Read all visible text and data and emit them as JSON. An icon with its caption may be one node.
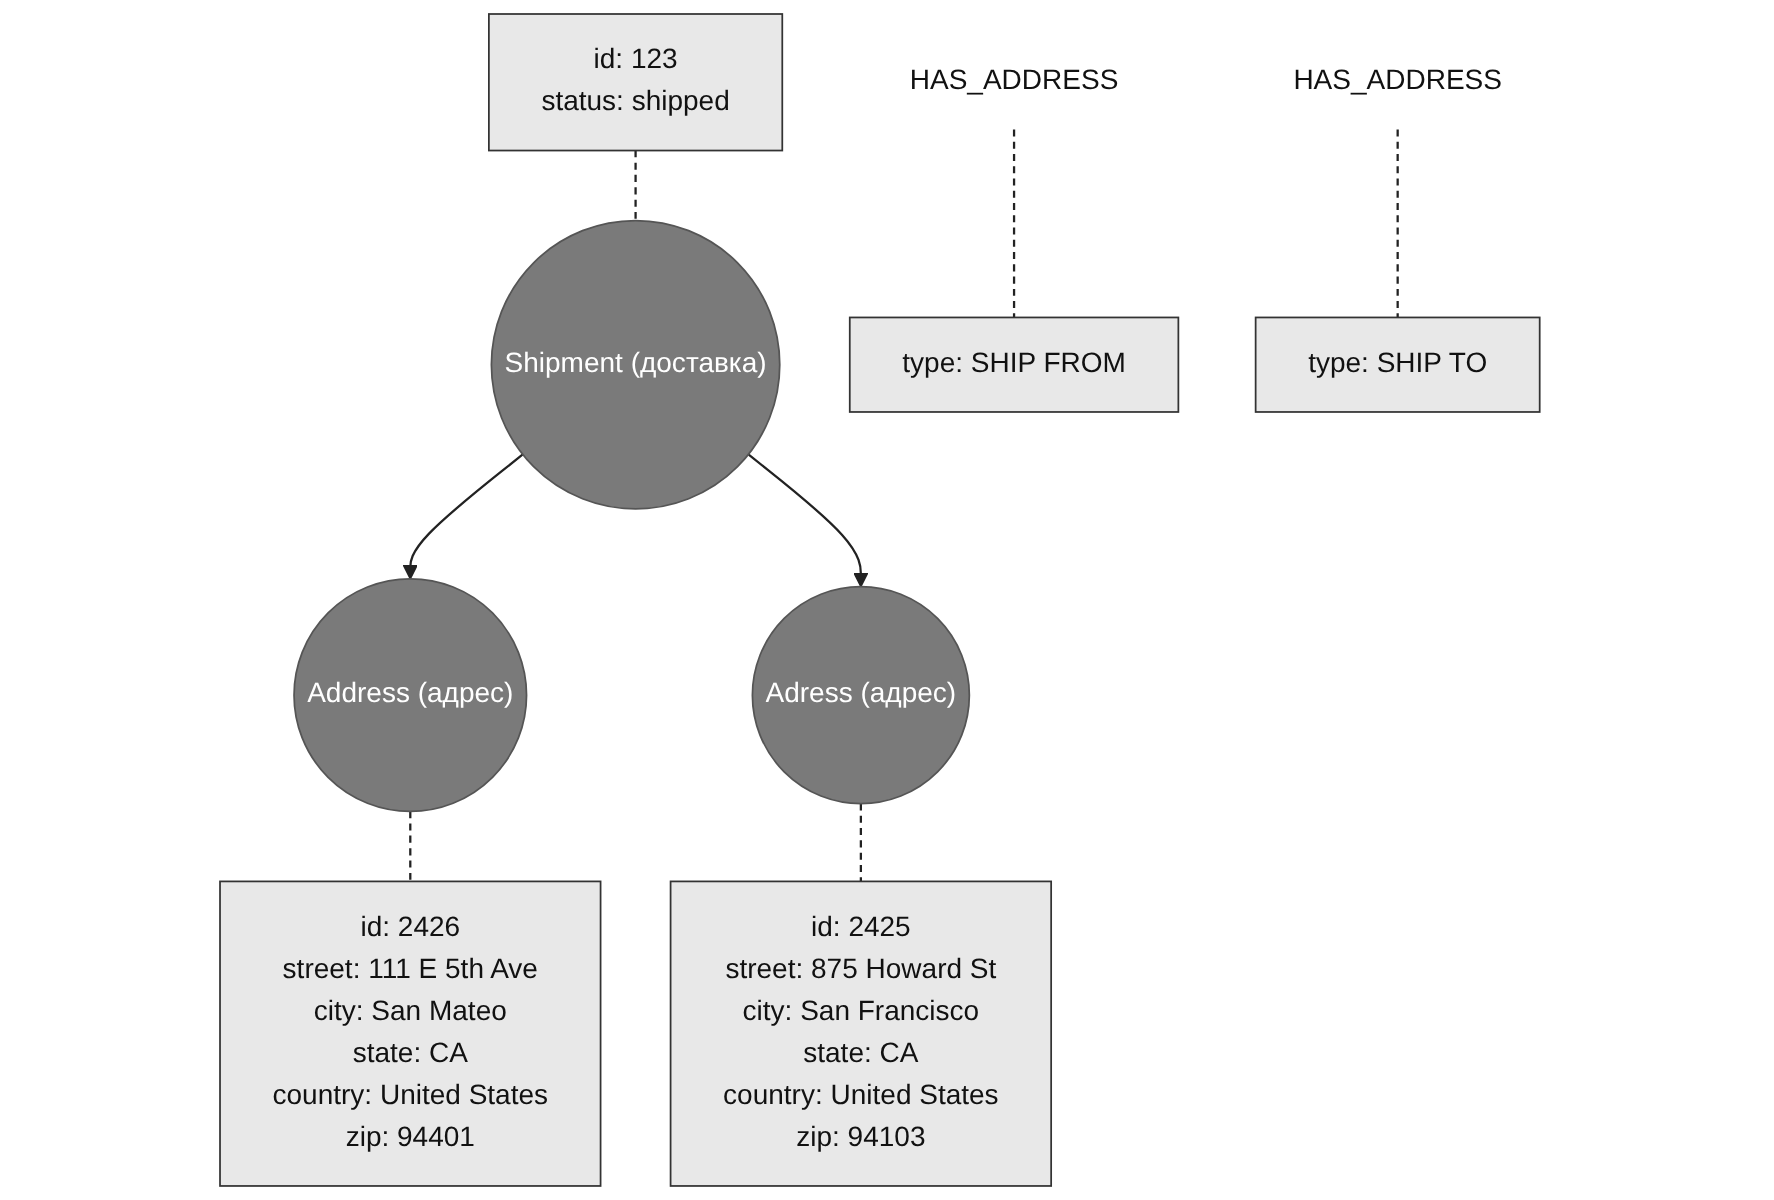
{
  "diagram": {
    "nodes": [
      {
        "text": [
          "id: 123",
          "status: shipped"
        ]
      },
      {
        "text": [
          "Address (адрес)"
        ]
      },
      {
        "text": [
          "Shipment (доставка)"
        ]
      },
      {
        "text": [
          "Adress (адрес)"
        ]
      },
      {
        "text": [
          "HAS_ADDRESS"
        ]
      },
      {
        "text": [
          "type: SHIP FROM"
        ]
      },
      {
        "text": [
          "HAS_ADDRESS"
        ]
      },
      {
        "text": [
          "type: SHIP TO"
        ]
      },
      {
        "text": [
          "id: 2426",
          "street: 111 E 5th Ave",
          "city: San Mateo",
          "state: CA",
          "country: United States",
          "zip: 94401"
        ]
      },
      {
        "text": [
          "id: 2425",
          "street: 875 Howard St",
          "city: San Francisco",
          "state: CA",
          "country: United States",
          "zip: 94103"
        ]
      }
    ],
    "edges": [
      {
        "from": 0,
        "to": 2,
        "arrow": "none",
        "style": "dashed"
      },
      {
        "from": 2,
        "to": 1,
        "arrow": "to"
      },
      {
        "from": 2,
        "to": 3,
        "arrow": "to"
      },
      {
        "from": 4,
        "to": 5,
        "arrow": "none",
        "style": "dashed"
      },
      {
        "from": 6,
        "to": 7,
        "arrow": "none",
        "style": "dashed"
      },
      {
        "from": 1,
        "to": 8,
        "arrow": "none",
        "style": "dashed"
      },
      {
        "from": 3,
        "to": 9,
        "arrow": "none",
        "style": "dashed"
      }
    ]
  }
}
